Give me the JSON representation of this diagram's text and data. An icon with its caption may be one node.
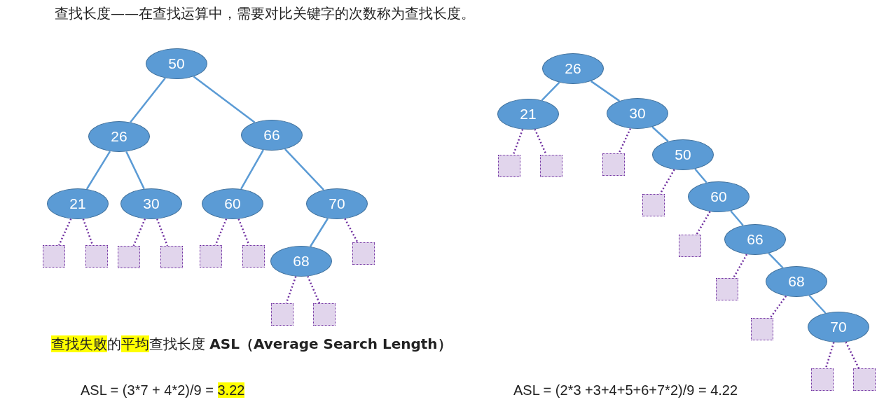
{
  "diagram": {
    "nodes": [
      {
        "text": [
          "50"
        ]
      },
      {
        "text": [
          "26"
        ]
      },
      {
        "text": [
          "66"
        ]
      },
      {
        "text": [
          "21"
        ]
      },
      {
        "text": [
          "30"
        ]
      },
      {
        "text": [
          "60"
        ]
      },
      {
        "text": [
          "70"
        ]
      },
      {
        "text": [
          "68"
        ]
      },
      {
        "text": [],
        "shape": "box"
      },
      {
        "text": [],
        "shape": "box"
      },
      {
        "text": [],
        "shape": "box"
      },
      {
        "text": [],
        "shape": "box"
      },
      {
        "text": [],
        "shape": "box"
      },
      {
        "text": [],
        "shape": "box"
      },
      {
        "text": [],
        "shape": "box"
      },
      {
        "text": [],
        "shape": "box"
      },
      {
        "text": [],
        "shape": "box"
      },
      {
        "text": [
          "26"
        ]
      },
      {
        "text": [
          "21"
        ]
      },
      {
        "text": [
          "30"
        ]
      },
      {
        "text": [
          "50"
        ]
      },
      {
        "text": [
          "60"
        ]
      },
      {
        "text": [
          "66"
        ]
      },
      {
        "text": [
          "68"
        ]
      },
      {
        "text": [
          "70"
        ]
      },
      {
        "text": [],
        "shape": "box"
      },
      {
        "text": [],
        "shape": "box"
      },
      {
        "text": [],
        "shape": "box"
      },
      {
        "text": [],
        "shape": "box"
      },
      {
        "text": [],
        "shape": "box"
      },
      {
        "text": [],
        "shape": "box"
      },
      {
        "text": [],
        "shape": "box"
      },
      {
        "text": [],
        "shape": "box"
      },
      {
        "text": [],
        "shape": "box"
      }
    ],
    "edges": [
      {
        "from": 0,
        "to": 1,
        "arrow": "none",
        "color": "#5b9bd5"
      },
      {
        "from": 0,
        "to": 2,
        "arrow": "none",
        "color": "#5b9bd5"
      },
      {
        "from": 1,
        "to": 3,
        "arrow": "none",
        "color": "#5b9bd5"
      },
      {
        "from": 1,
        "to": 4,
        "arrow": "none",
        "color": "#5b9bd5"
      },
      {
        "from": 2,
        "to": 5,
        "arrow": "none",
        "color": "#5b9bd5"
      },
      {
        "from": 2,
        "to": 6,
        "arrow": "none",
        "color": "#5b9bd5"
      },
      {
        "from": 6,
        "to": 7,
        "arrow": "none",
        "color": "#5b9bd5"
      },
      {
        "from": 3,
        "to": 8,
        "arrow": "none",
        "style": "dashed"
      },
      {
        "from": 3,
        "to": 9,
        "arrow": "none",
        "style": "dashed"
      },
      {
        "from": 4,
        "to": 10,
        "arrow": "none",
        "style": "dashed"
      },
      {
        "from": 4,
        "to": 11,
        "arrow": "none",
        "style": "dashed"
      },
      {
        "from": 5,
        "to": 12,
        "arrow": "none",
        "style": "dashed"
      },
      {
        "from": 5,
        "to": 13,
        "arrow": "none",
        "style": "dashed"
      },
      {
        "from": 6,
        "to": 14,
        "arrow": "none",
        "style": "dashed"
      },
      {
        "from": 7,
        "to": 15,
        "arrow": "none",
        "style": "dashed"
      },
      {
        "from": 7,
        "to": 16,
        "arrow": "none",
        "style": "dashed"
      },
      {
        "from": 17,
        "to": 18,
        "arrow": "none",
        "color": "#5b9bd5"
      },
      {
        "from": 17,
        "to": 19,
        "arrow": "none",
        "color": "#5b9bd5"
      },
      {
        "from": 19,
        "to": 20,
        "arrow": "none",
        "color": "#5b9bd5"
      },
      {
        "from": 20,
        "to": 21,
        "arrow": "none",
        "color": "#5b9bd5"
      },
      {
        "from": 21,
        "to": 22,
        "arrow": "none",
        "color": "#5b9bd5"
      },
      {
        "from": 22,
        "to": 23,
        "arrow": "none",
        "color": "#5b9bd5"
      },
      {
        "from": 23,
        "to": 24,
        "arrow": "none",
        "color": "#5b9bd5"
      },
      {
        "from": 18,
        "to": 25,
        "arrow": "none",
        "style": "dashed"
      },
      {
        "from": 18,
        "to": 26,
        "arrow": "none",
        "style": "dashed"
      },
      {
        "from": 19,
        "to": 27,
        "arrow": "none",
        "style": "dashed"
      },
      {
        "from": 20,
        "to": 28,
        "arrow": "none",
        "style": "dashed"
      },
      {
        "from": 21,
        "to": 29,
        "arrow": "none",
        "style": "dashed"
      },
      {
        "from": 22,
        "to": 30,
        "arrow": "none",
        "style": "dashed"
      },
      {
        "from": 23,
        "to": 31,
        "arrow": "none",
        "style": "dashed"
      },
      {
        "from": 24,
        "to": 32,
        "arrow": "none",
        "style": "dashed"
      },
      {
        "from": 24,
        "to": 33,
        "arrow": "none",
        "style": "dashed"
      }
    ],
    "labels": [
      "查找长度——在查找运算中，需要对比关键字的次数称为查找长度。",
      "查找失败的平均查找长度 **ASL（Average Search Length）**",
      "ASL = (3*7 + 4*2)/9 = 3.22",
      "ASL = (2*3 +3+4+5+6+7*2)/9 = 4.22"
    ]
  }
}
